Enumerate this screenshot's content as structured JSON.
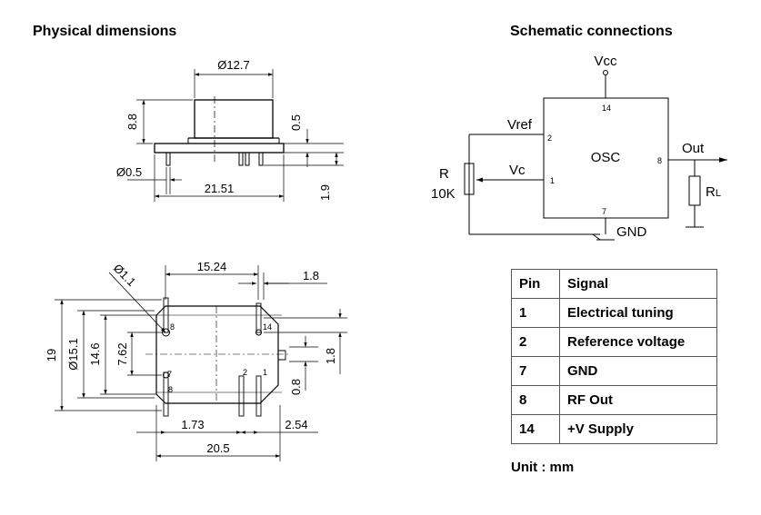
{
  "headings": {
    "physical": "Physical dimensions",
    "schematic": "Schematic connections"
  },
  "side_view": {
    "diameter": "Ø12.7",
    "height": "8.8",
    "flange": "0.5",
    "pin_dia": "Ø0.5",
    "length": "21.51",
    "pin_len": "1.9"
  },
  "bottom_view": {
    "hole": "Ø1.1",
    "span_top": "15.24",
    "pin_gap": "1.8",
    "width": "19",
    "can": "Ø15.1",
    "inner": "14.6",
    "half": "7.62",
    "pin_gap_right": "1.8",
    "offset": "0.8",
    "pin_off": "1.73",
    "pitch": "2.54",
    "length": "20.5",
    "pin_labels": [
      "8",
      "14",
      "7",
      "8",
      "2",
      "1"
    ]
  },
  "schematic": {
    "vcc": "Vcc",
    "vref": "Vref",
    "vc": "Vc",
    "osc": "OSC",
    "out": "Out",
    "gnd": "GND",
    "r": "R",
    "r_value": "10K",
    "rl_main": "R",
    "rl_sub": "L",
    "pins": {
      "p14": "14",
      "p2": "2",
      "p1": "1",
      "p8": "8",
      "p7": "7"
    }
  },
  "table": {
    "headers": [
      "Pin",
      "Signal"
    ],
    "rows": [
      [
        "1",
        "Electrical tuning"
      ],
      [
        "2",
        "Reference voltage"
      ],
      [
        "7",
        "GND"
      ],
      [
        "8",
        "RF Out"
      ],
      [
        "14",
        "+V Supply"
      ]
    ]
  },
  "unit": "Unit : mm"
}
